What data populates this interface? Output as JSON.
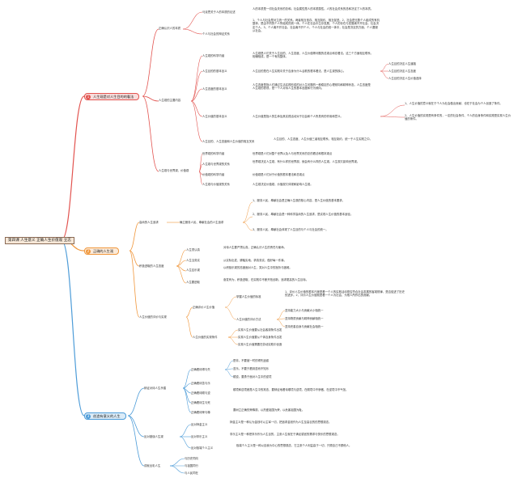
{
  "colors": {
    "branch1": "#e2534f",
    "branch2": "#f0973c",
    "branch3": "#4d9cd8",
    "root_border": "#8a6a55",
    "root_fill": "#f7e8d8"
  },
  "root": {
    "label": "第四课 人生意义 正确人生价值观 立志"
  },
  "branches": [
    {
      "badge": "1",
      "label": "人生观是对人生目的的看法"
    },
    {
      "badge": "2",
      "label": "正确的人生观"
    },
    {
      "badge": "3",
      "label": "创造有意义的人生"
    }
  ],
  "nodes": {
    "b1": {
      "a": "正确认识人的本质",
      "a1": "马克思关于人的本质的论述",
      "a1t": "人的本质是一切社会关系的总和。社会属性是人的本质属性。人的社会关系的总和决定了人的本质。",
      "a2": "个人与社会的辩证关系",
      "a2t": "1、个人与社会是对立统一的关系。两者相互依存、相互制约、相互促进。2、社会是无数个人组成的有机整体，是由不同的个人所组成的统一体。个人在社会中生存发展，个人的存在与发展离不开社会，社会决定个人。3、个人离不开社会，社会离不开个人，个人与社会的统一体中，社会是决定的方面，个人要服从社会。",
      "b": "人生观的主要内容",
      "b1": "人生观的科学内涵",
      "b1t": "人生观是人们关于人生目的、人生态度、人生价值等问题的总观点和总看法。这三个方面相互联系，相辅相成，是一个有机整体。",
      "b2": "人生目的的基本含义",
      "b2t": "人生目的是在人生实践中关于自身为什么活着的根本看法，是人生观的核心。",
      "b2l1": "人生目的决定人生道路",
      "b2l2": "人生目的决定人生态度",
      "b2l3": "人生目的决定人生价值选择",
      "b3": "人生态度的基本含义",
      "b3t": "人生态度是指人们通过生活实践形成的对人生问题的一种稳定的心理倾向和精神状态。人生态度是人生观的表现，是一个人对待人生的基本态度和行为倾向。",
      "b4": "人生价值的基本含义",
      "b4t": "人生价值是指人的生命及其实践活动对于社会和个人所具有的作用和意义。",
      "b4r1": "1、人生价值的意义就在于个人为社会做出贡献，也在于社会为个人创造了条件。",
      "b4r2": "2、人生价值的实现是有条件的，一定的社会条件、个人的自身条件和实践是实现人生价值的条件。",
      "b5": "人生目的、人生态度和人生价值的相互关系",
      "b5t": "人生目的、人生态度、人生价值三者相互联系、相互制约，统一于人生实践之中。",
      "c": "人生观与世界观、价值观",
      "c1": "世界观的科学内涵",
      "c1t": "世界观是人们对整个世界以及人与世界关系的总的看法和根本观点",
      "c2": "人生观与世界观的关系",
      "c2t": "世界观决定人生观，有什么样的世界观，就会有什么样的人生观。人生观又影响世界观。",
      "c3": "价值观的科学内涵",
      "c3t": "价值观是人们对于价值的根本看法和总观点",
      "c4": "人生观与价值观的关系",
      "c4t": "人生观决定价值观，价值观又体现和影响人生观。"
    },
    "b2": {
      "a": "高尚的人生追求",
      "a1": "确立服务人民、奉献社会的人生追求",
      "a1p1": "1、服务人民、奉献社会是正确人生观的核心内容，是人生价值的基本要求。",
      "a1p2": "2、服务人民、奉献社会是一种科学高尚的人生追求，是实现人生价值的基本途径。",
      "a1p3": "3、服务人民、奉献社会体现了人生目的与个人与社会的统一。",
      "b": "积极进取的人生态度",
      "b1": "人生须认真",
      "b1t": "对待人生要严肃认真，正确认识人生的责任与使命。",
      "b2": "人生当务实",
      "b2t": "从实际出发，脚踏实地，求真务实，做好每一件事。",
      "b3": "人生应乐观",
      "b3t": "以积极乐观的态度面对人生，笑对人生中的挫折与困难。",
      "b4": "人生要进取",
      "b4t": "奋发有为，积极进取，在实践中不断开拓创新，追求更高的人生目标。",
      "c": "人生价值的评价与实现",
      "c1": "正确评价人生价值",
      "c11": "掌握人生价值的标准",
      "c11t": "1、评价人生价值的根本尺度是看一个人的实践活动是否符合社会发展的客观规律，是否促进了历史的进步。2、评价人生价值就是看一个人为社会、为他人所作出的贡献。",
      "c12": "人生价值的评价方法",
      "c121": "坚持能力大小与贡献大小相统一",
      "c122": "坚持物质贡献与精神贡献相统一",
      "c123": "坚持完善自身与贡献社会相统一",
      "c2": "人生价值的实现条件",
      "c21": "实现人生价值要从社会客观条件出发",
      "c22": "实现人生价值要从个体自身条件出发",
      "c23": "实现人生价值需要在劳动实践中创造"
    },
    "b3": {
      "a": "辩证对待人生矛盾",
      "a1": "正确看待得与失",
      "a11": "是非。不要被一时的得失迷惑",
      "a12": "苦乐。不要只看到苦而不知乐",
      "a13": "顺逆。要勇于面对人生中的逆境",
      "a2": "正确看待苦与乐",
      "a3": "正确看待顺与逆",
      "a3t": "顺境和逆境都是人生中的常态，要辩证地看待顺境与逆境，在顺境中不骄傲，在逆境中不气馁。",
      "a4": "正确看待生与死",
      "a5": "正确看待荣与辱",
      "a5t": "要树立正确的荣辱观，以热爱祖国为荣，以危害祖国为耻。",
      "b": "反对错误人生观",
      "b1": "反对拜金主义",
      "b1t": "拜金主义是一种认为金钱可以主宰一切，把追求金钱作为人生至高目的的思想观念。",
      "b2": "反对享乐主义",
      "b2t": "享乐主义是一种把享乐作为人生目的，主张人生就在于满足感官的需求与快乐的思想观念。",
      "b3": "反对极端个人主义",
      "b3t": "极端个人主义是一种以自我为中心的思想观念，它主张个人利益高于一切，只顾自己不顾他人。",
      "c": "成就出彩人生",
      "c1": "与历史同向",
      "c2": "与祖国同行",
      "c3": "与人民同在"
    }
  }
}
